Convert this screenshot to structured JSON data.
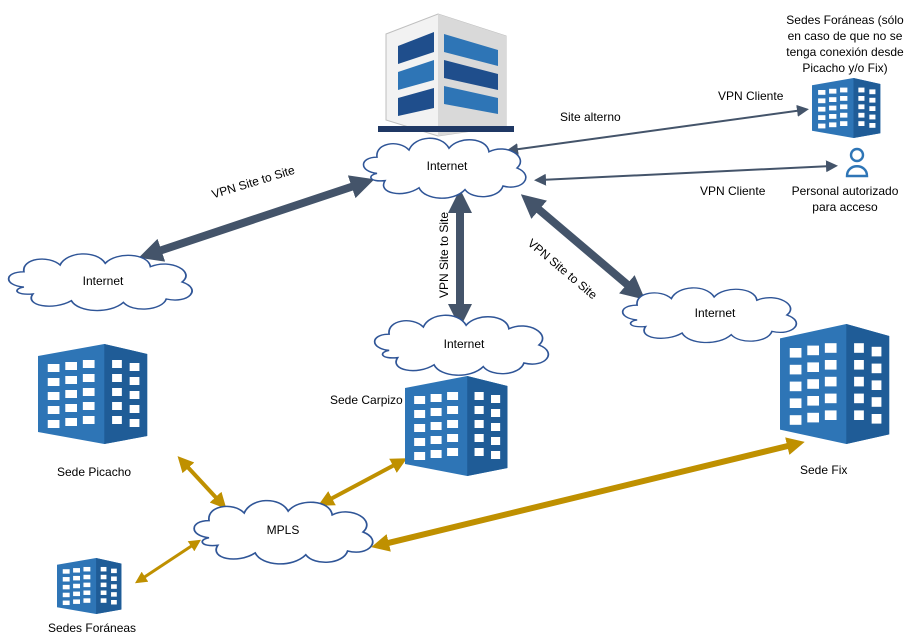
{
  "colors": {
    "dark_link": "#44546a",
    "mpls_link": "#bf9000",
    "building_blue": "#2e75b6",
    "cloud_stroke": "#2f5597",
    "cloud_fill": "#ffffff"
  },
  "nodes": {
    "internet_top": "Internet",
    "internet_left": "Internet",
    "internet_center": "Internet",
    "internet_right": "Internet",
    "mpls": "MPLS",
    "sede_picacho": "Sede Picacho",
    "sede_carpizo": "Sede Carpizo",
    "sede_fix": "Sede Fix",
    "sedes_foraneas_bottom": "Sedes Foráneas",
    "sedes_foraneas_top_lines": [
      "Sedes Foráneas (sólo",
      "en caso de que no se",
      "tenga conexión desde",
      "Picacho y/o Fix)"
    ],
    "personal_lines": [
      "Personal autorizado",
      "para acceso"
    ]
  },
  "links": {
    "site_alterno": "Site alterno",
    "vpn_cliente_top": "VPN Cliente",
    "vpn_cliente_bottom": "VPN Cliente",
    "vpn_s2s_left": "VPN Site to Site",
    "vpn_s2s_center": "VPN Site to Site",
    "vpn_s2s_right": "VPN Site to Site"
  },
  "icons": {
    "hq": "office-building-icon",
    "site": "building-icon",
    "person": "person-icon",
    "network": "cloud-icon"
  }
}
